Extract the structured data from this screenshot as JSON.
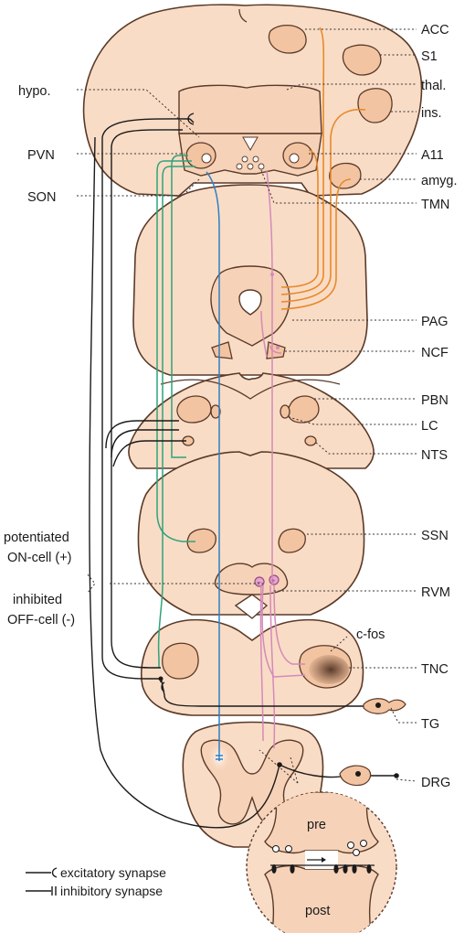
{
  "labels": {
    "acc": "ACC",
    "s1": "S1",
    "thal": "thal.",
    "ins": "ins.",
    "a11": "A11",
    "amyg": "amyg.",
    "tmn": "TMN",
    "hypo": "hypo.",
    "pvn": "PVN",
    "son": "SON",
    "pag": "PAG",
    "ncf": "NCF",
    "pbn": "PBN",
    "lc": "LC",
    "nts": "NTS",
    "ssn": "SSN",
    "rvm": "RVM",
    "cfos": "c-fos",
    "tnc": "TNC",
    "tg": "TG",
    "drg": "DRG",
    "pre": "pre",
    "post": "post",
    "on_cell_1": "potentiated",
    "on_cell_2": "ON-cell (+)",
    "off_cell_1": "inhibited",
    "off_cell_2": "OFF-cell (-)"
  },
  "legend": {
    "excitatory": "excitatory synapse",
    "inhibitory": "inhibitory synapse"
  },
  "colors": {
    "tissue": "#f9dcc6",
    "outline": "#5a3a28",
    "green_pathway": "#2fa37a",
    "blue_pathway": "#2f7fc4",
    "pink_pathway": "#d58ab8",
    "orange_pathway": "#e88a2a",
    "black_pathway": "#1a1a1a"
  }
}
